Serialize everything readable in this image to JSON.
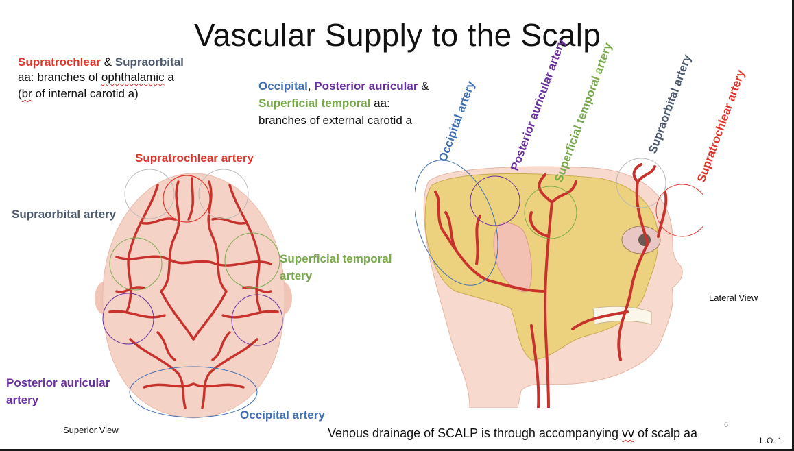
{
  "slide": {
    "title": "Vascular Supply to the Scalp",
    "intro_left": {
      "supratrochlear": "Supratrochlear",
      "amp": "&",
      "supraorbital": "Supraorbital",
      "line2_a": "aa: branches of ",
      "line2_b": "ophthalamic",
      "line2_c": " a",
      "line3_a": "(",
      "line3_b": "br",
      "line3_c": " of internal carotid a)"
    },
    "intro_right": {
      "occipital": "Occipital",
      "comma": ",",
      "posterior_auricular": "Posterior auricular",
      "amp": "&",
      "superficial_temporal": "Superficial temporal",
      "aa": "aa:",
      "line3": "branches of external carotid a"
    },
    "superior_view": {
      "label_supratrochlear": "Supratrochlear artery",
      "label_supraorbital": "Supraorbital artery",
      "label_superficial_temporal_1": "Superficial temporal",
      "label_superficial_temporal_2": "artery",
      "label_posterior_auricular_1": "Posterior auricular",
      "label_posterior_auricular_2": "artery",
      "label_occipital": "Occipital artery",
      "caption": "Superior View"
    },
    "lateral_view": {
      "rot_occipital": "Occipital artery",
      "rot_posterior_auricular": "Posterior auricular artery",
      "rot_superficial_temporal": "Superficial temporal artery",
      "rot_supraorbital": "Supraorbital artery",
      "rot_supratrochlear": "Supratrochlear artery",
      "caption": "Lateral View"
    },
    "footer": {
      "venous_a": "Venous drainage of SCALP is through accompanying ",
      "venous_b": "vv",
      "venous_c": " of scalp aa",
      "slide_number": "6",
      "lo": "L.O. 1"
    },
    "colors": {
      "supratrochlear": "#e0352b",
      "supraorbital": "#4d5a6e",
      "occipital": "#3f6fb3",
      "posterior_auricular": "#6a2f9e",
      "superficial_temporal": "#77a94a",
      "artery": "#c8322c",
      "skin": "#f4ccc0",
      "bone": "#e8d07a"
    }
  }
}
